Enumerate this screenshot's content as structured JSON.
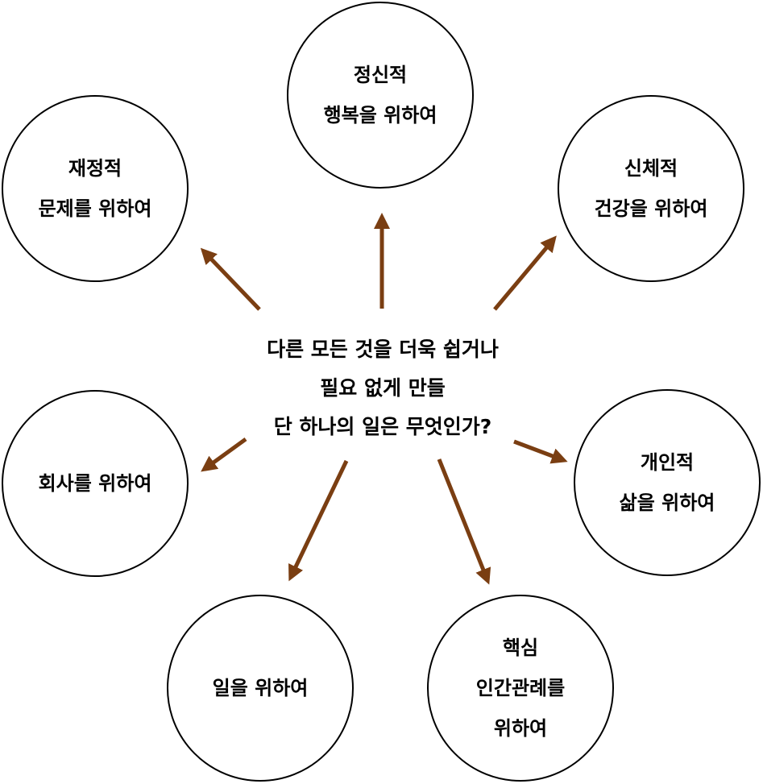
{
  "center_question": {
    "line1": "다른 모든 것을 더욱 쉽거나",
    "line2": "필요 없게 만들",
    "line3": "단 하나의 일은 무엇인가?"
  },
  "nodes": {
    "mental": {
      "line1": "정신적",
      "line2": "행복을 위하여"
    },
    "financial": {
      "line1": "재정적",
      "line2": "문제를 위하여"
    },
    "physical": {
      "line1": "신체적",
      "line2": "건강을 위하여"
    },
    "company": {
      "line1": "회사를 위하여"
    },
    "personal": {
      "line1": "개인적",
      "line2": "삶을 위하여"
    },
    "work": {
      "line1": "일을 위하여"
    },
    "relationships": {
      "line1": "핵심",
      "line2": "인간관례를",
      "line3": "위하여"
    }
  },
  "colors": {
    "arrow": "#7a3e12",
    "circle_border": "#000000",
    "text": "#000000"
  }
}
